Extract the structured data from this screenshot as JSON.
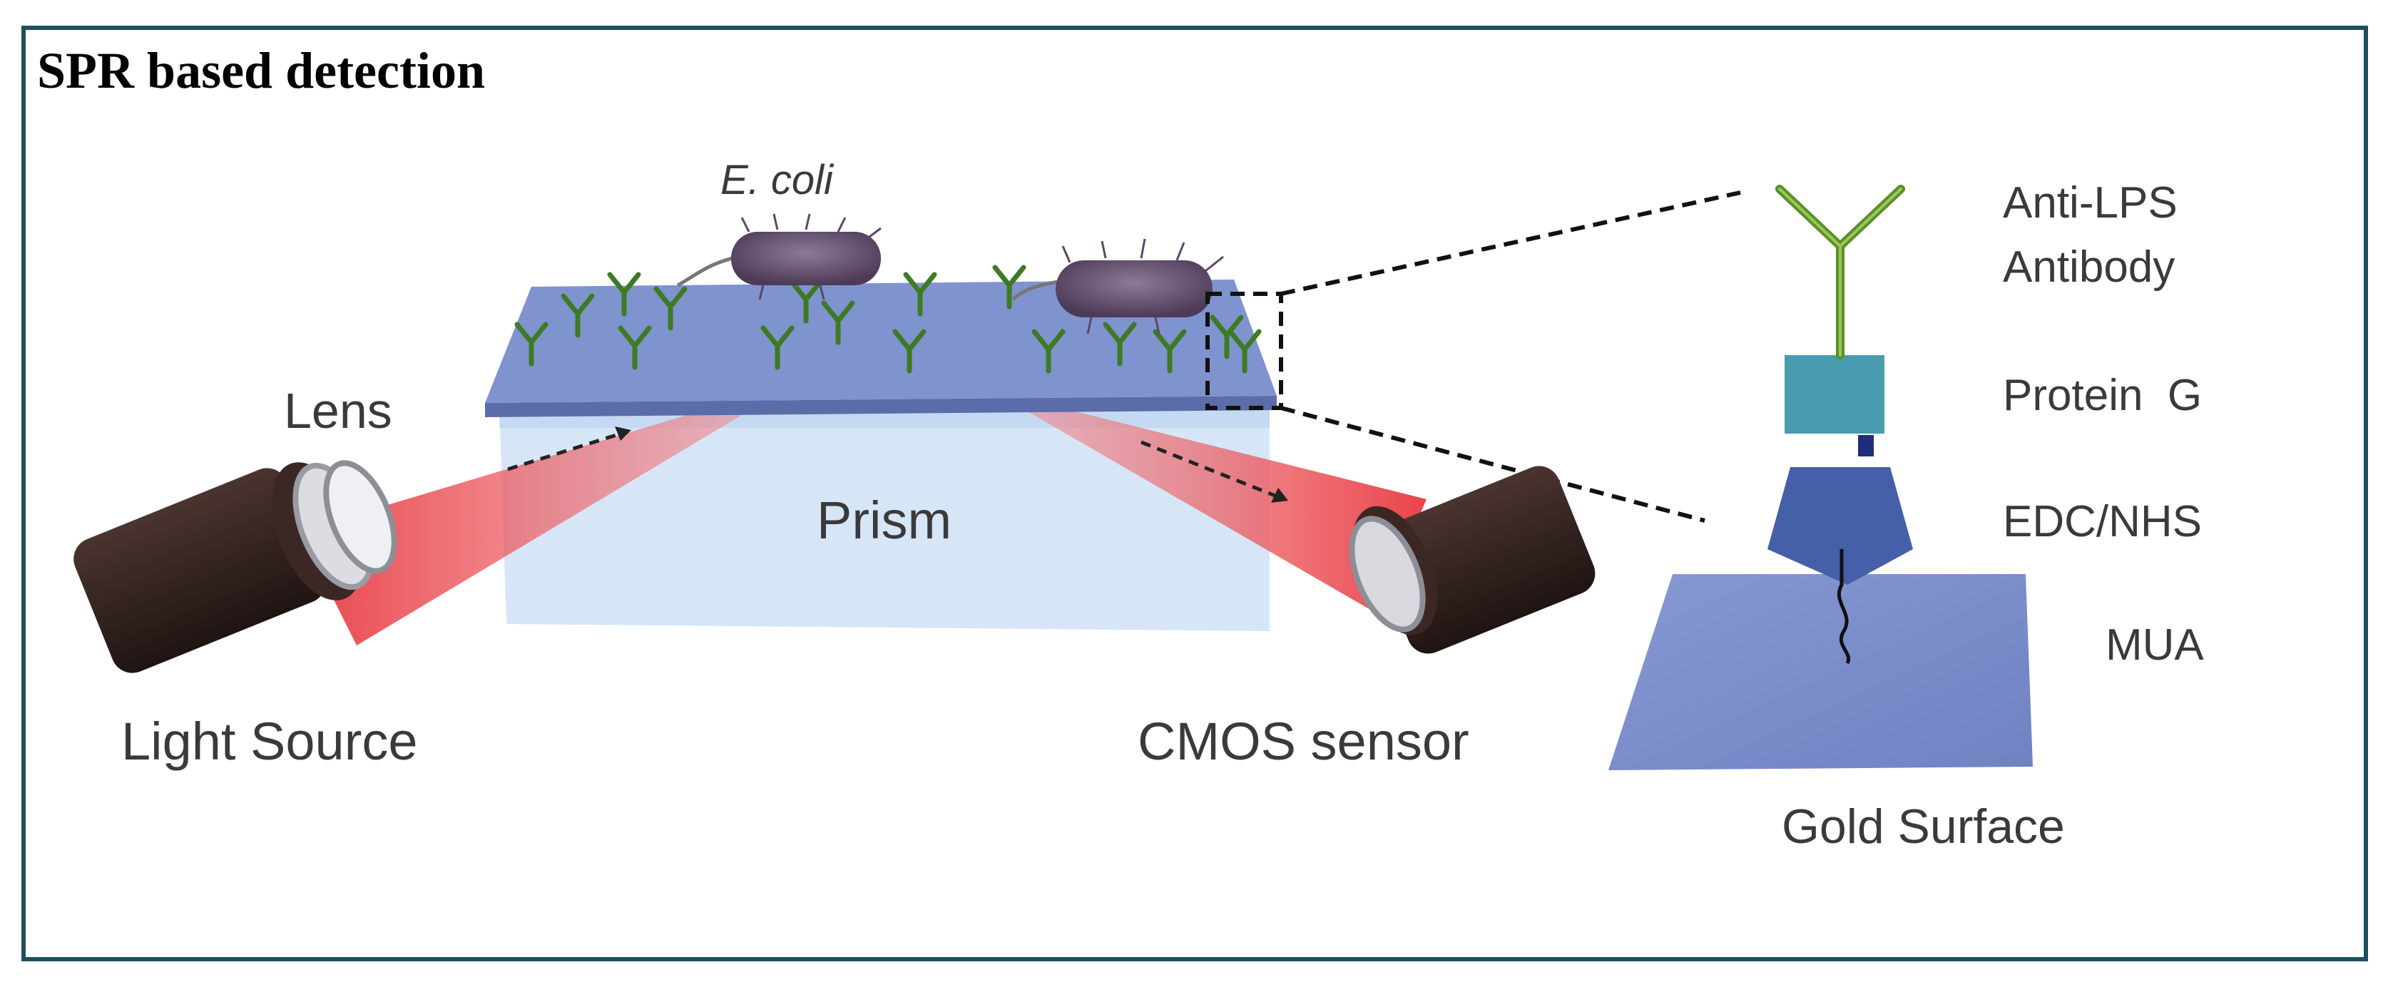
{
  "title": "SPR based detection",
  "labels": {
    "ecoli": "E. coli",
    "lens": "Lens",
    "prism": "Prism",
    "light_source": "Light Source",
    "cmos_sensor": "CMOS sensor",
    "anti_lps_line1": "Anti-LPS",
    "anti_lps_line2": "Antibody",
    "protein_g": "Protein  G",
    "edc_nhs": "EDC/NHS",
    "mua": "MUA",
    "gold_surface": "Gold Surface"
  },
  "colors": {
    "frame_border": "#1f4e5f",
    "sensor_plate": "#7f93cf",
    "prism": "#cfe2f6",
    "beam": "#e8474b",
    "camera_body": "#2f1f1b",
    "antibody": "#4f8a2b",
    "bacteria": "#6c5777",
    "protein_g": "#4a9bb0",
    "edc_nhs": "#4560a8",
    "gold_surface": "#7d8fcc"
  }
}
